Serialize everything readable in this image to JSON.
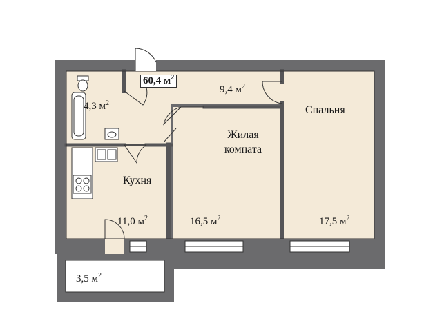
{
  "colors": {
    "wall": "#6b6b6d",
    "floor": "#f4ead8",
    "line": "#333333",
    "background": "#ffffff"
  },
  "total": {
    "value": "60,4 м",
    "sup": "2"
  },
  "rooms": {
    "bathroom": {
      "area": "4,3 м",
      "sup": "2"
    },
    "hall": {
      "area": "9,4 м",
      "sup": "2"
    },
    "bedroom": {
      "name": "Спальня",
      "area": "17,5 м",
      "sup": "2"
    },
    "living": {
      "name_line1": "Жилая",
      "name_line2": "комната",
      "area": "16,5 м",
      "sup": "2"
    },
    "kitchen": {
      "name": "Кухня",
      "area": "11,0 м",
      "sup": "2"
    },
    "balcony": {
      "area": "3,5 м",
      "sup": "2"
    }
  },
  "icons": [
    "bathtub-icon",
    "toilet-icon",
    "sink-icon",
    "kitchen-sink-icon",
    "stove-icon",
    "door-swing-icon",
    "window-icon"
  ]
}
